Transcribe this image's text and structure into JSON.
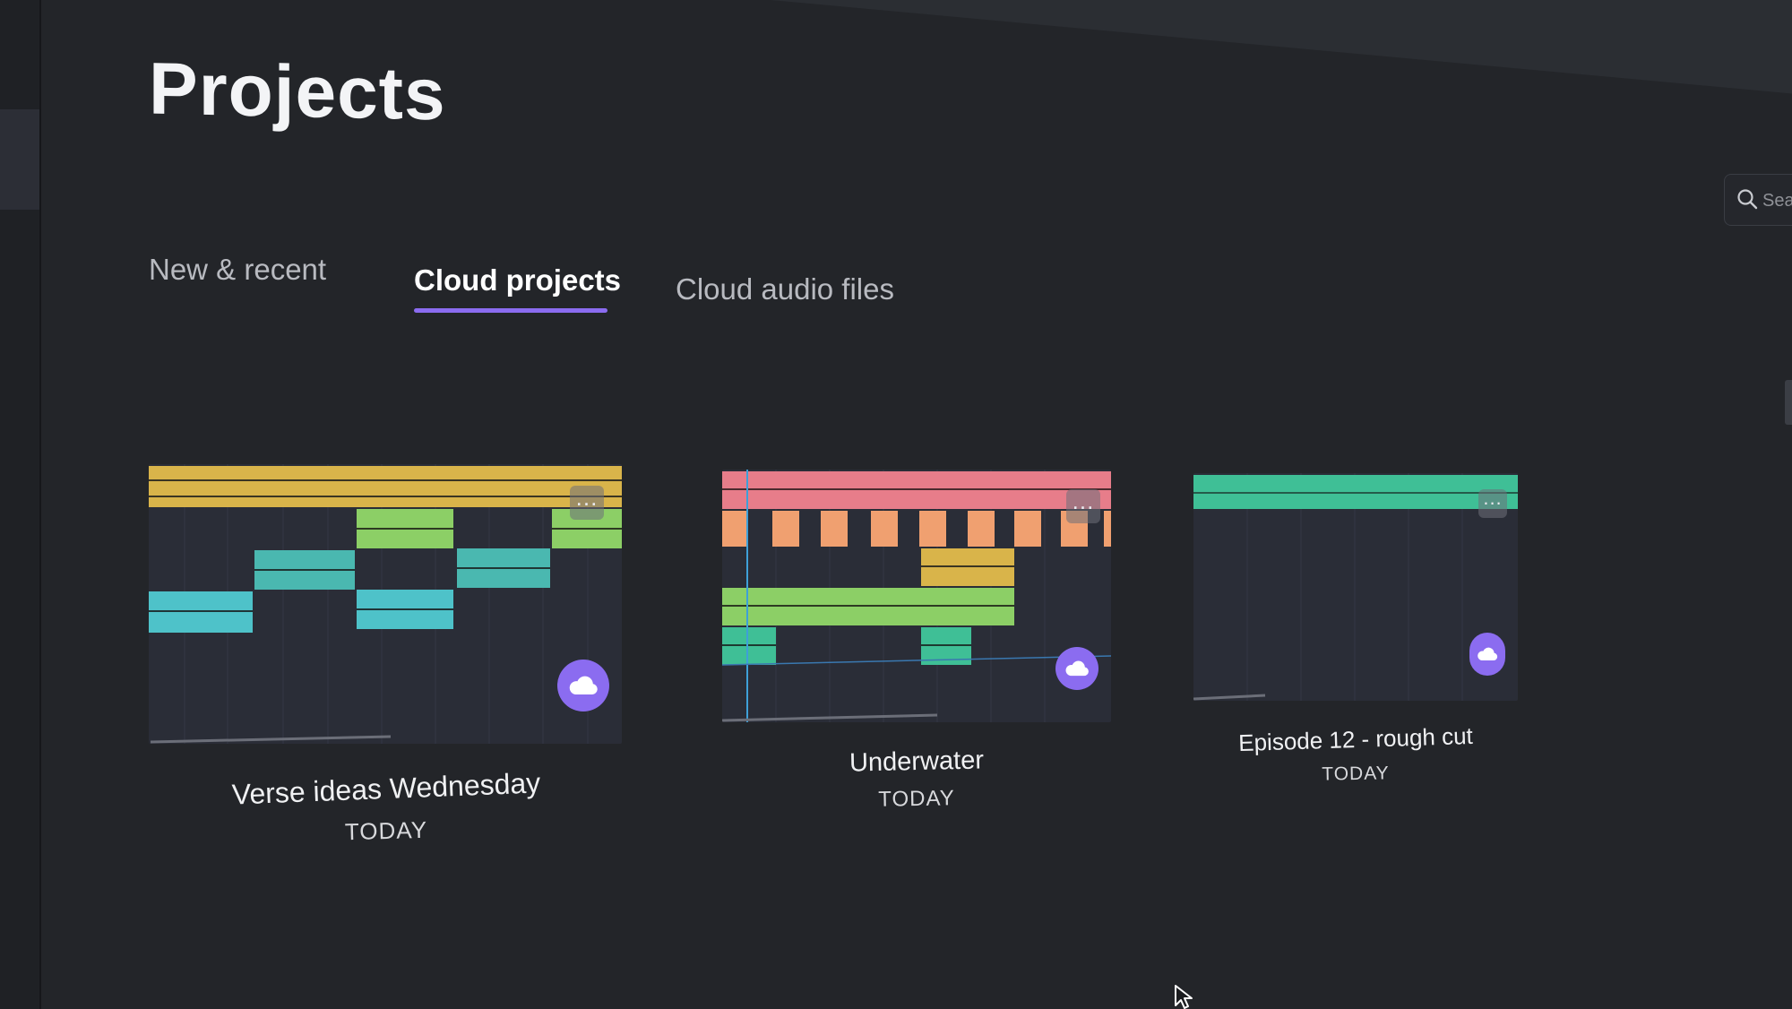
{
  "page": {
    "title": "Projects"
  },
  "tabs": [
    {
      "label": "New & recent",
      "active": false
    },
    {
      "label": "Cloud projects",
      "active": true
    },
    {
      "label": "Cloud audio files",
      "active": false
    }
  ],
  "search": {
    "placeholder": "Search",
    "icon": "search-icon"
  },
  "projects": [
    {
      "title": "Verse ideas Wednesday",
      "date": "TODAY",
      "more_label": "...",
      "badge_icon": "cloud-icon"
    },
    {
      "title": "Underwater",
      "date": "TODAY",
      "more_label": "...",
      "badge_icon": "cloud-icon"
    },
    {
      "title": "Episode 12 - rough cut",
      "date": "TODAY",
      "more_label": "...",
      "badge_icon": "cloud-icon"
    }
  ],
  "colors": {
    "accent": "#8b6cf0",
    "track_yellow": "#d9b44a",
    "track_green": "#8ccf66",
    "track_teal": "#4ab8b0",
    "track_cyan": "#4ec2c9",
    "track_pink": "#e77d8a",
    "track_orange": "#f0a070",
    "track_mint": "#3fbf96"
  }
}
